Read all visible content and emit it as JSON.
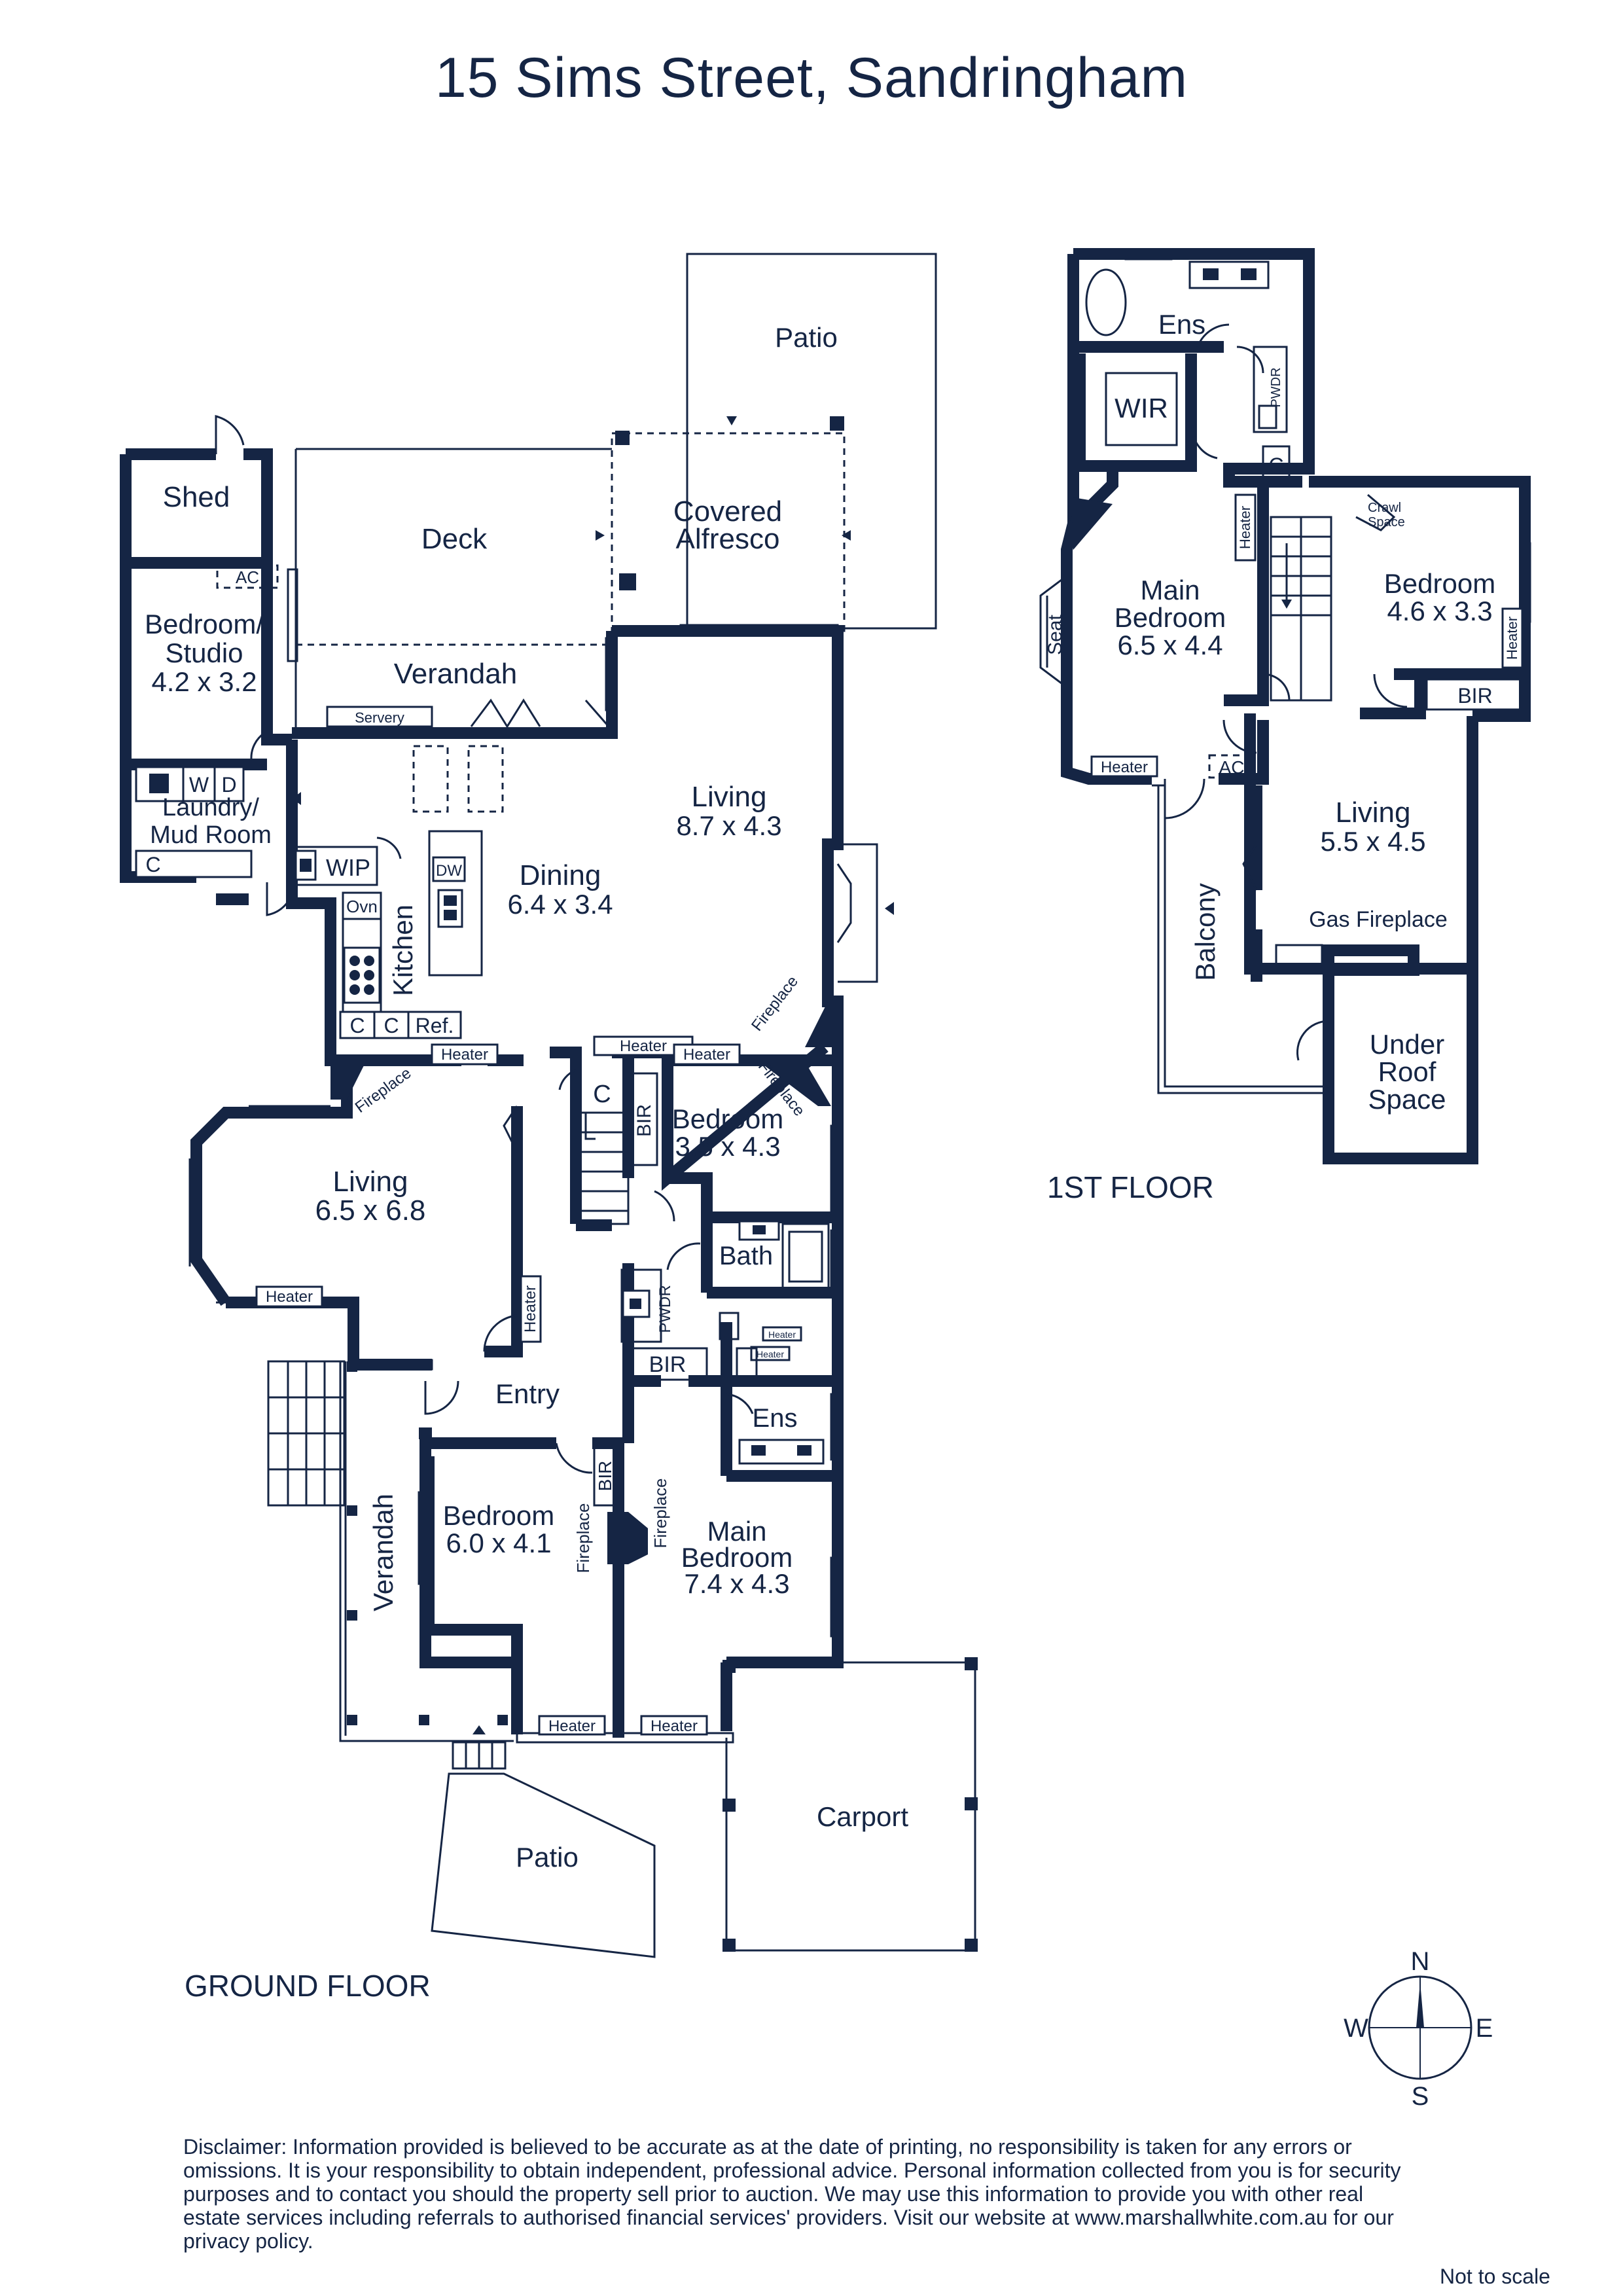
{
  "title": "15 Sims Street, Sandringham",
  "ground_floor_label": "GROUND FLOOR",
  "first_floor_label": "1ST FLOOR",
  "ground_rooms": {
    "patio_top": "Patio",
    "deck": "Deck",
    "covered_alfresco_1": "Covered",
    "covered_alfresco_2": "Alfresco",
    "shed": "Shed",
    "ac_rear": "AC",
    "bedroom_studio_1": "Bedroom/",
    "bedroom_studio_2": "Studio",
    "bedroom_studio_dim": "4.2 x 3.2",
    "verandah_rear": "Verandah",
    "servery": "Servery",
    "laundry_w": "W",
    "laundry_d": "D",
    "laundry_1": "Laundry/",
    "laundry_2": "Mud Room",
    "laundry_c": "C",
    "wip": "WIP",
    "dw": "DW",
    "dining": "Dining",
    "dining_dim": "6.4 x 3.4",
    "living_rear": "Living",
    "living_rear_dim": "8.7 x 4.3",
    "ovn": "Ovn",
    "kitchen": "Kitchen",
    "fireplace_living_rear": "Fireplace",
    "kitchen_c1": "C",
    "kitchen_c2": "C",
    "ref": "Ref.",
    "heater_hall": "Heater",
    "heater_living_front": "Heater",
    "heater_bed2": "Heater",
    "fireplace_living_front": "Fireplace",
    "fireplace_bed2": "Fireplace",
    "hall_c": "C",
    "hall_bir": "BIR",
    "bedroom_2": "Bedroom",
    "bedroom_2_dim": "3.5 x 4.3",
    "living_front": "Living",
    "living_front_dim": "6.5 x 6.8",
    "heater_bay": "Heater",
    "heater_living_side": "Heater",
    "bath": "Bath",
    "pwdr": "PWDR",
    "heater_bath": "Heater",
    "heater_ens": "Heater",
    "bir_hall": "BIR",
    "entry": "Entry",
    "ens": "Ens",
    "bir_bed": "BIR",
    "fireplace_bed3": "Fireplace",
    "fireplace_main": "Fireplace",
    "bedroom_3": "Bedroom",
    "bedroom_3_dim": "6.0 x 4.1",
    "main_bedroom_1": "Main",
    "main_bedroom_2": "Bedroom",
    "main_bedroom_dim": "7.4 x 4.3",
    "verandah_front": "Verandah",
    "heater_bed3": "Heater",
    "heater_main": "Heater",
    "carport": "Carport",
    "patio_front": "Patio"
  },
  "first_rooms": {
    "ens": "Ens",
    "wir": "WIR",
    "pwdr": "PWDR",
    "c": "C",
    "crawl_1": "Crawl",
    "crawl_2": "Space",
    "heater_stair": "Heater",
    "main_bedroom_1": "Main",
    "main_bedroom_2": "Bedroom",
    "main_bedroom_dim": "6.5 x 4.4",
    "seat": "Seat",
    "bedroom": "Bedroom",
    "bedroom_dim": "4.6 x 3.3",
    "heater_bed": "Heater",
    "bir": "BIR",
    "heater_main": "Heater",
    "ac": "AC",
    "living": "Living",
    "living_dim": "5.5 x 4.5",
    "balcony": "Balcony",
    "gas_fireplace": "Gas Fireplace",
    "under_1": "Under",
    "under_2": "Roof",
    "under_3": "Space"
  },
  "compass": {
    "n": "N",
    "s": "S",
    "e": "E",
    "w": "W"
  },
  "disclaimer": "Disclaimer: Information provided is believed to be accurate as at the date of printing, no responsibility is taken for any errors or omissions. It is your responsibility to obtain independent, professional advice. Personal information collected from you is for security purposes and to contact you should the property sell prior to auction. We may use this information to provide you with other real estate services including referrals to authorised financial services' providers. Visit our website at www.marshallwhite.com.au for our privacy policy.",
  "not_to_scale": "Not to scale",
  "colors": {
    "ink": "#152544",
    "background": "#ffffff"
  }
}
